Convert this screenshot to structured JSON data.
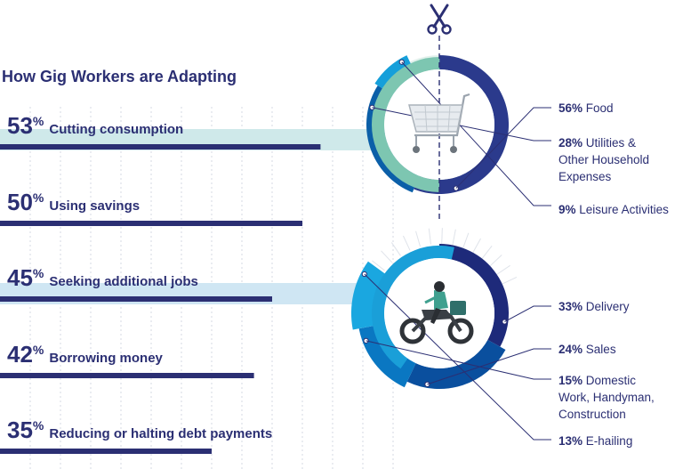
{
  "chart_data": [
    {
      "type": "bar",
      "title": "How Gig Workers are Adapting",
      "unit": "%",
      "categories": [
        "Cutting consumption",
        "Using savings",
        "Seeking additional jobs",
        "Borrowing money",
        "Reducing or halting debt payments"
      ],
      "values": [
        53,
        50,
        45,
        42,
        35
      ],
      "xlim": [
        0,
        100
      ],
      "grid": true,
      "colors": {
        "bar": "#2b2f73",
        "highlight_band": "#cfe9ea",
        "highlight_band_blue": "#cfe6f3"
      }
    },
    {
      "type": "pie",
      "parent": "Cutting consumption",
      "icon": "shopping-cart-icon",
      "slices": [
        {
          "label": "Food",
          "value": 56,
          "color": "#2b3a8c"
        },
        {
          "label": "Utilities & Other Household Expenses",
          "value": 28,
          "color": "#0b5fa8"
        },
        {
          "label": "Leisure Activities",
          "value": 9,
          "color": "#159fda"
        }
      ],
      "ring_color": "#7dc6b1"
    },
    {
      "type": "pie",
      "parent": "Seeking additional jobs",
      "icon": "motorcycle-rider-icon",
      "slices": [
        {
          "label": "Delivery",
          "value": 33,
          "color": "#1e2a7a"
        },
        {
          "label": "Sales",
          "value": 24,
          "color": "#0a4f9e"
        },
        {
          "label": "Domestic Work, Handyman, Construction",
          "value": 15,
          "color": "#0a77c2"
        },
        {
          "label": "E-hailing",
          "value": 13,
          "color": "#1aa7e0"
        }
      ],
      "ring_color": "#1a9fd8"
    }
  ],
  "labels": {
    "rows": [
      {
        "pct": "53",
        "text": "Cutting consumption"
      },
      {
        "pct": "50",
        "text": "Using savings"
      },
      {
        "pct": "45",
        "text": "Seeking additional jobs"
      },
      {
        "pct": "42",
        "text": "Borrowing money"
      },
      {
        "pct": "35",
        "text": "Reducing or halting debt payments"
      }
    ],
    "percent_sign": "%",
    "consumption_segments": [
      {
        "pct": "56%",
        "lines": [
          "Food"
        ]
      },
      {
        "pct": "28%",
        "lines": [
          "Utilities &",
          "Other Household",
          "Expenses"
        ]
      },
      {
        "pct": "9%",
        "lines": [
          "Leisure Activities"
        ]
      }
    ],
    "jobs_segments": [
      {
        "pct": "33%",
        "lines": [
          "Delivery"
        ]
      },
      {
        "pct": "24%",
        "lines": [
          "Sales"
        ]
      },
      {
        "pct": "15%",
        "lines": [
          "Domestic",
          "Work, Handyman,",
          "Construction"
        ]
      },
      {
        "pct": "13%",
        "lines": [
          "E-hailing"
        ]
      }
    ]
  },
  "icons": {
    "top": "scissors-icon"
  }
}
